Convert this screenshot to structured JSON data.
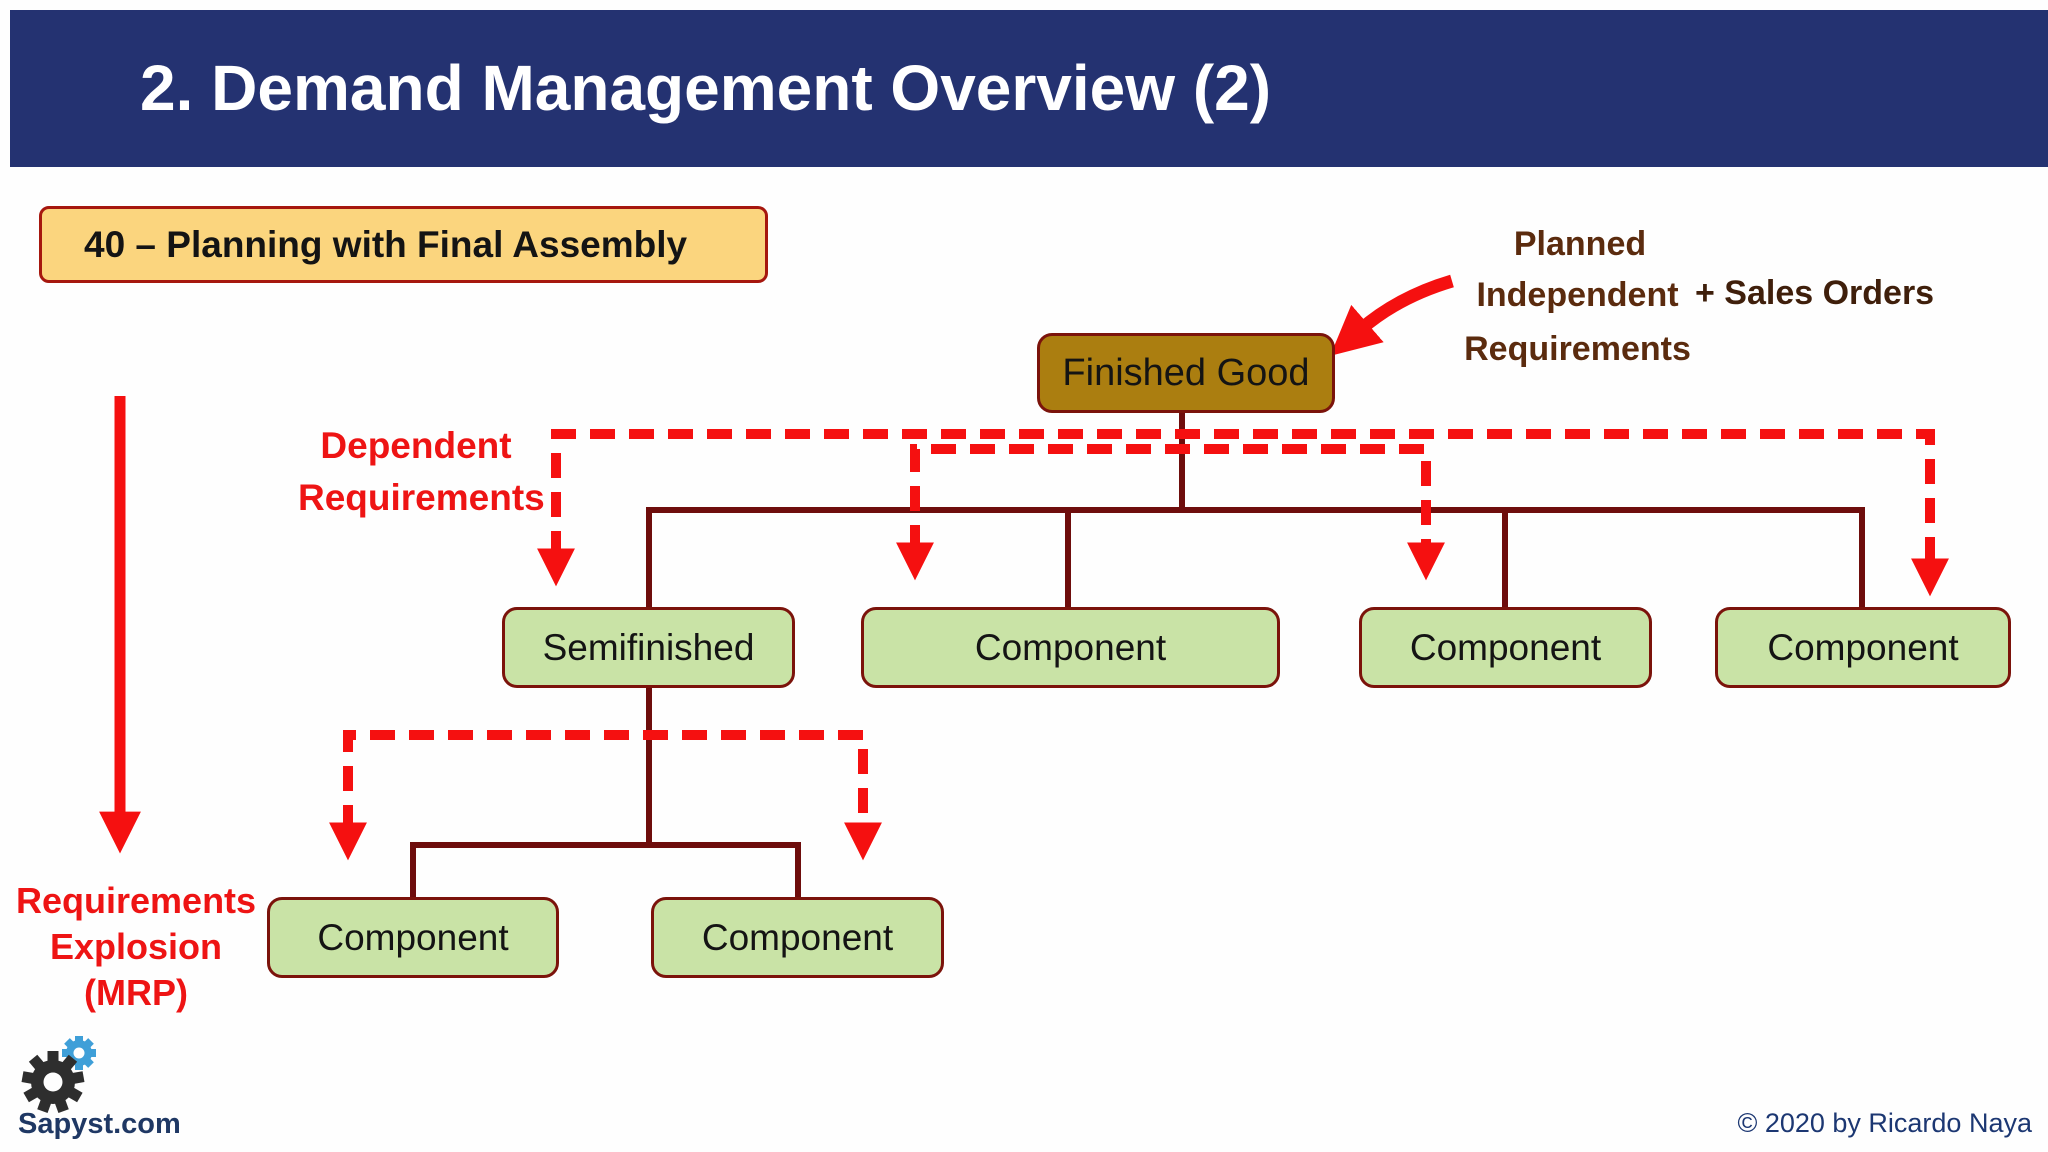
{
  "slide": {
    "title": "2. Demand Management Overview (2)",
    "tag_box": {
      "label": "40 – Planning with Final Assembly"
    },
    "footer": {
      "brand": "Sapyst.com",
      "copyright": "© 2020 by Ricardo Naya"
    }
  },
  "annotations": {
    "planned_independent": {
      "line1": "Planned",
      "line2": "Independent",
      "suffix": "+ Sales Orders",
      "line3": "Requirements"
    },
    "dependent_requirements": {
      "line1": "Dependent",
      "line2": "Requirements"
    },
    "requirements_explosion": {
      "line1": "Requirements",
      "line2": "Explosion",
      "line3": "(MRP)"
    }
  },
  "diagram": {
    "root": {
      "label": "Finished Good"
    },
    "level1": [
      {
        "label": "Semifinished"
      },
      {
        "label": "Component"
      },
      {
        "label": "Component"
      },
      {
        "label": "Component"
      }
    ],
    "level2": [
      {
        "label": "Component"
      },
      {
        "label": "Component"
      }
    ]
  },
  "colors": {
    "header_bg": "#243271",
    "tag_fill": "#FBD57E",
    "tag_border": "#A6170E",
    "root_fill": "#AB7E10",
    "node_fill": "#C9E3A6",
    "node_border": "#7B130B",
    "tree_line": "#6E0D0C",
    "dashed_red": "#F51010",
    "brown_text": "#5B2B0E",
    "red_text": "#EE1414",
    "brand_navy": "#1F3864"
  },
  "icons": [
    "gear-icon-dark",
    "gear-icon-blue"
  ]
}
